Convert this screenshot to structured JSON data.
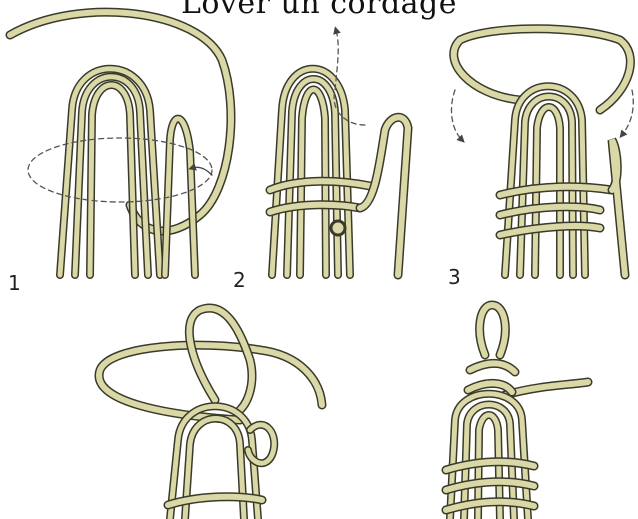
{
  "title": "Lover un cordage",
  "steps": [
    {
      "number": "1"
    },
    {
      "number": "2"
    },
    {
      "number": "3"
    },
    {
      "number": ""
    },
    {
      "number": ""
    }
  ],
  "colors": {
    "rope_fill": "#d9d8a6",
    "rope_outline": "#3a3a2a",
    "arrow": "#444444",
    "background": "#ffffff"
  },
  "icons": [
    "arrow-icon"
  ]
}
